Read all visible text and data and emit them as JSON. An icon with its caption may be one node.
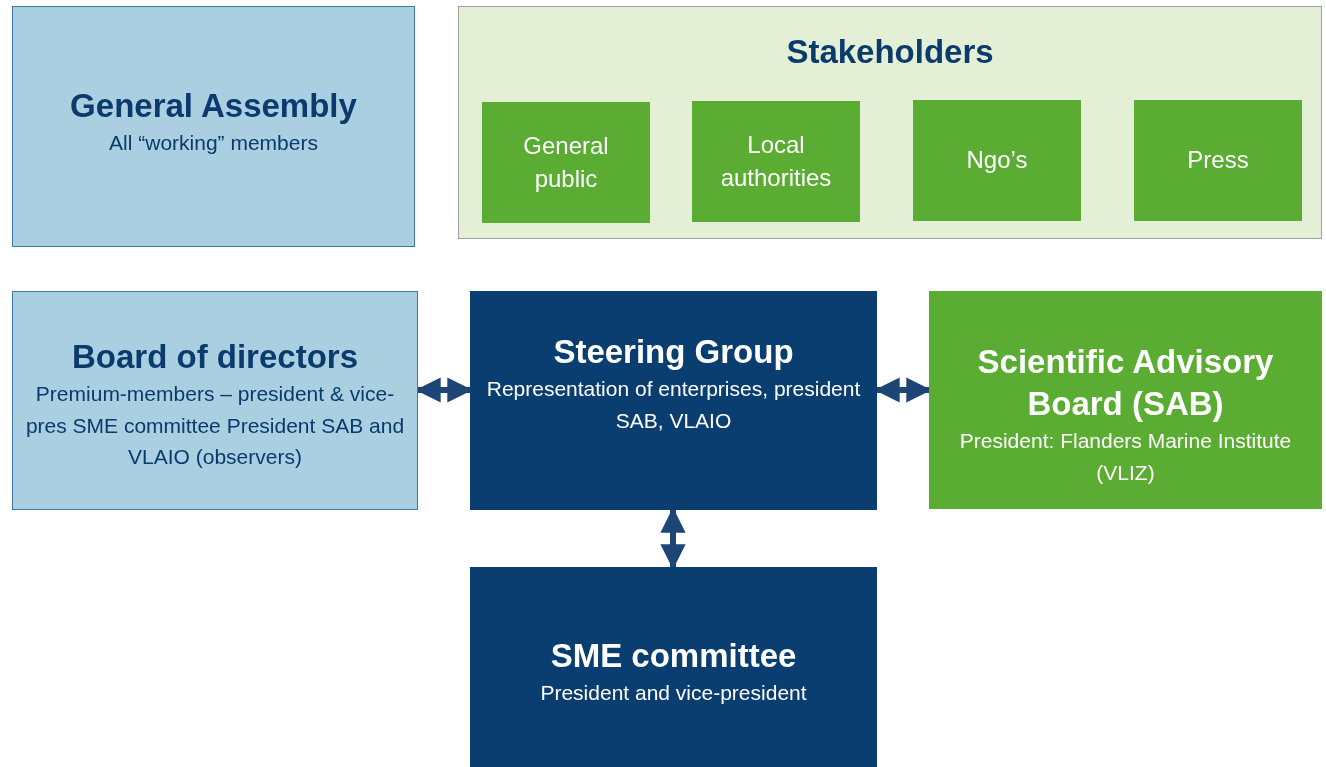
{
  "diagram": {
    "nodes": [
      {
        "text": [
          "General Assembly",
          "All “working” members"
        ]
      },
      {
        "text": [
          "Stakeholders"
        ]
      },
      {
        "text": [
          "General public"
        ],
        "in": 1
      },
      {
        "text": [
          "Local authorities"
        ],
        "in": 1
      },
      {
        "text": [
          "Ngo’s"
        ],
        "in": 1
      },
      {
        "text": [
          "Press"
        ],
        "in": 1
      },
      {
        "text": [
          "Board of directors",
          "Premium-members – president & vice-pres SME committee President SAB and VLAIO (observers)"
        ]
      },
      {
        "text": [
          "Steering Group",
          "Representation of enterprises, president SAB, VLAIO"
        ]
      },
      {
        "text": [
          "Scientific Advisory Board (SAB)",
          "President: Flanders Marine Institute (VLIZ)"
        ]
      },
      {
        "text": [
          "SME committee",
          "President and vice-president"
        ]
      }
    ],
    "edges": [
      {
        "from": 6,
        "to": 7,
        "arrow": "both"
      },
      {
        "from": 7,
        "to": 8,
        "arrow": "both"
      },
      {
        "from": 7,
        "to": 9,
        "arrow": "both"
      }
    ]
  }
}
